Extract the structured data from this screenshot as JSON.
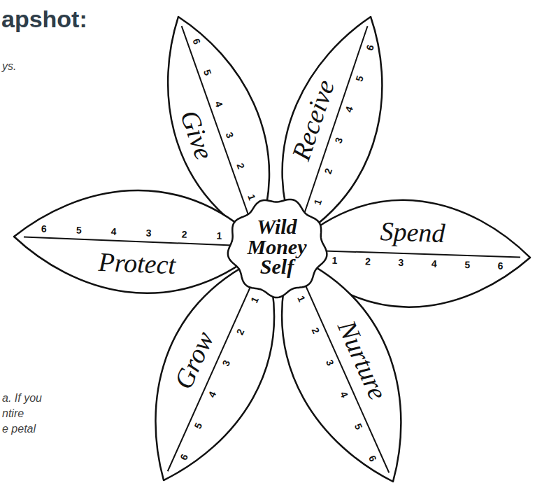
{
  "diagram": {
    "title": "apshot:",
    "nodes": [
      {
        "text": [
          "Give",
          "1",
          "2",
          "3",
          "4",
          "5",
          "6"
        ]
      },
      {
        "text": [
          "Receive",
          "1",
          "2",
          "3",
          "4",
          "5",
          "6"
        ]
      },
      {
        "text": [
          "Protect",
          "1",
          "2",
          "3",
          "4",
          "5",
          "6"
        ]
      },
      {
        "text": [
          "Wild Money Self"
        ]
      },
      {
        "text": [
          "Spend",
          "1",
          "2",
          "3",
          "4",
          "5",
          "6"
        ]
      },
      {
        "text": [
          "Grow",
          "1",
          "2",
          "3",
          "4",
          "5",
          "6"
        ]
      },
      {
        "text": [
          "Nurture",
          "1",
          "2",
          "3",
          "4",
          "5",
          "6"
        ]
      }
    ],
    "labels": [
      "ys.",
      "a. If you",
      "ntire",
      "e petal"
    ]
  }
}
